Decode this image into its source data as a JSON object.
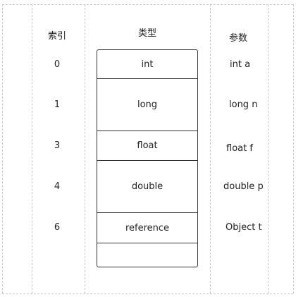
{
  "headers": {
    "index": "索引",
    "type": "类型",
    "param": "参数"
  },
  "rows": [
    {
      "index": "0",
      "type": "int",
      "param": "int a"
    },
    {
      "index": "1",
      "type": "long",
      "param": "long n"
    },
    {
      "index": "3",
      "type": "float",
      "param": "float f"
    },
    {
      "index": "4",
      "type": "double",
      "param": "double p"
    },
    {
      "index": "6",
      "type": "reference",
      "param": "Object t"
    },
    {
      "index": "",
      "type": "",
      "param": ""
    }
  ]
}
